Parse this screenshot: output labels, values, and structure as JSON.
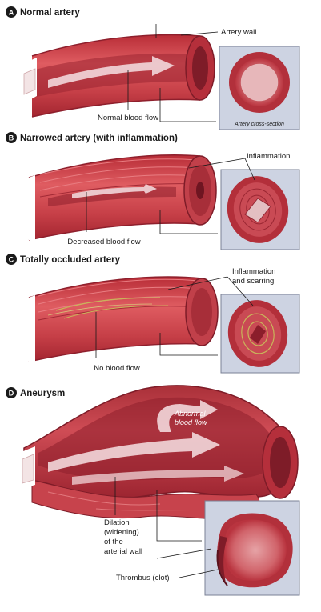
{
  "panels": [
    {
      "letter": "A",
      "title": "Normal artery",
      "labels": {
        "wall": "Artery wall",
        "flow": "Normal blood flow",
        "cross_section": "Artery cross-section"
      }
    },
    {
      "letter": "B",
      "title": "Narrowed artery (with inflammation)",
      "labels": {
        "inflammation": "Inflammation",
        "flow": "Decreased blood flow"
      }
    },
    {
      "letter": "C",
      "title": "Totally occluded artery",
      "labels": {
        "inflammation_1": "Inflammation",
        "inflammation_2": "and scarring",
        "flow": "No blood flow"
      }
    },
    {
      "letter": "D",
      "title": "Aneurysm",
      "labels": {
        "abnormal_1": "Abnormal",
        "abnormal_2": "blood flow",
        "dilation_1": "Dilation",
        "dilation_2": "(widening)",
        "dilation_3": "of the",
        "dilation_4": "arterial wall",
        "thrombus": "Thrombus (clot)"
      }
    }
  ],
  "colors": {
    "badge": "#1a1a1a",
    "artery_outer": "#c8373f",
    "artery_mid": "#d9545a",
    "artery_light": "#e8878a",
    "lumen": "#8e1f2c",
    "flow_arrow": "#f2d7da",
    "box": "#cdd3e2",
    "box_border": "#7a8095",
    "inflammation": "#c9b45a"
  }
}
